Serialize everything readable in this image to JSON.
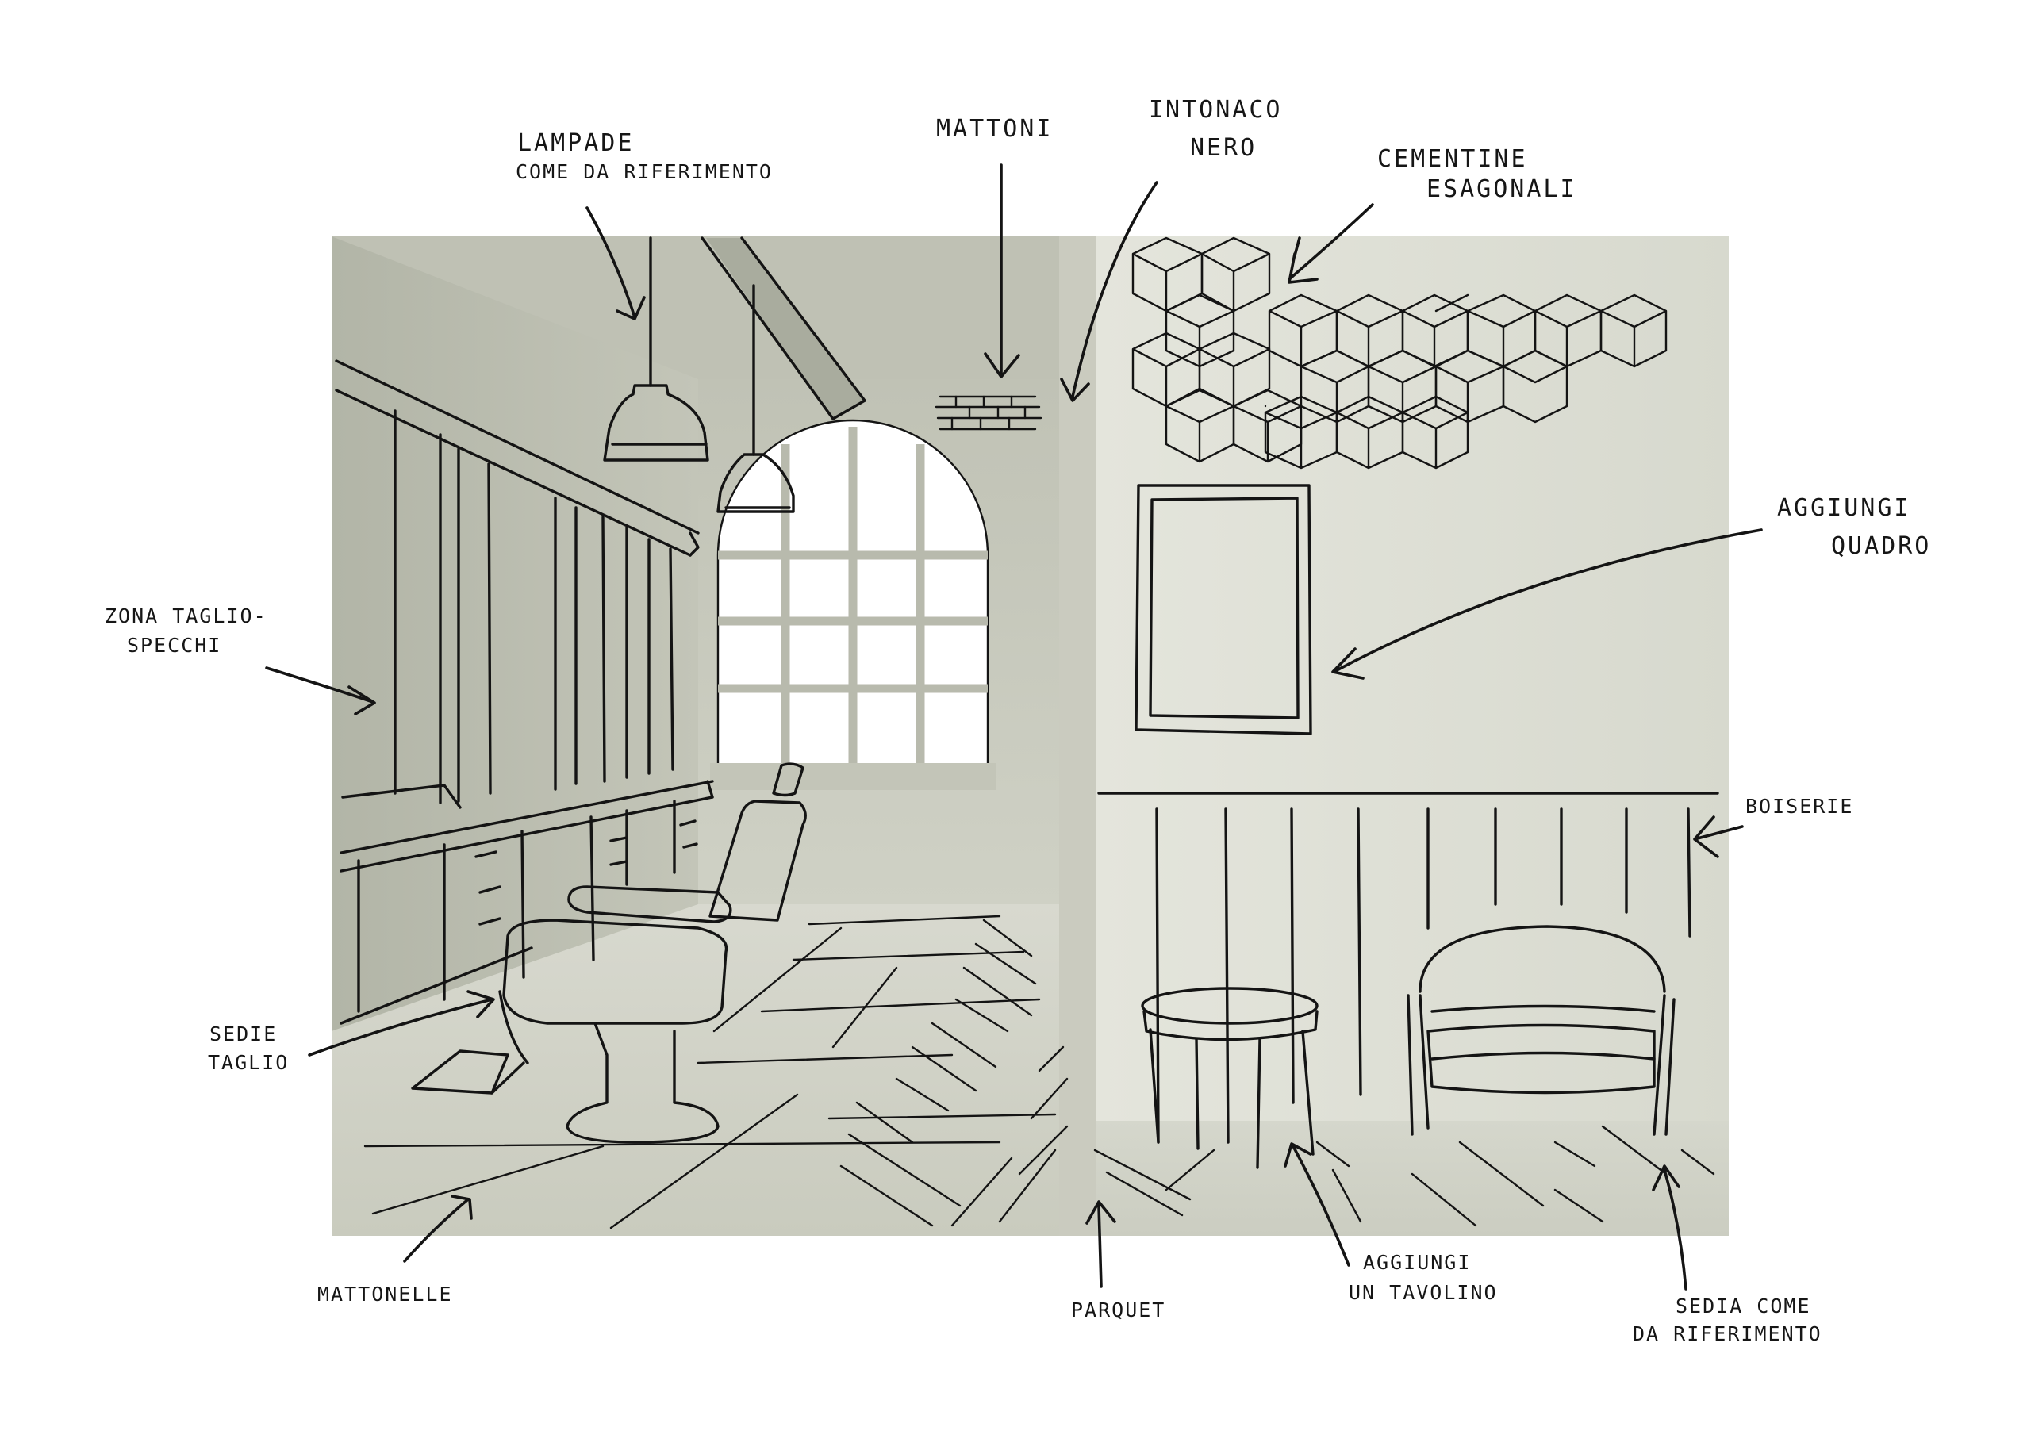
{
  "annotations": {
    "lampade": {
      "line1": "LAMPADE",
      "line2": "COME DA RIFERIMENTO"
    },
    "mattoni": {
      "line1": "MATTONI"
    },
    "intonaco": {
      "line1": "INTONACO",
      "line2": "NERO"
    },
    "cementine": {
      "line1": "CEMENTINE",
      "line2": "ESAGONALI"
    },
    "aggiungi_quadro": {
      "line1": "AGGIUNGI",
      "line2": "QUADRO"
    },
    "zona_taglio": {
      "line1": "ZONA TAGLIO-",
      "line2": "SPECCHI"
    },
    "boiserie": {
      "line1": "BOISERIE"
    },
    "sedie_taglio": {
      "line1": "SEDIE",
      "line2": "TAGLIO"
    },
    "mattonelle": {
      "line1": "MATTONELLE"
    },
    "parquet": {
      "line1": "PARQUET"
    },
    "aggiungi_tavolino": {
      "line1": "AGGIUNGI",
      "line2": "UN TAVOLINO"
    },
    "sedia_riferimento": {
      "line1": "SEDIA COME",
      "line2": "DA RIFERIMENTO"
    }
  },
  "colors": {
    "background": "#ffffff",
    "left_wall": "#b9bcae",
    "back_wall": "#c9cbbe",
    "right_wall": "#e1e2d8",
    "floor": "#d4d6ca",
    "window_glass": "#ffffff",
    "ink": "#141414"
  }
}
